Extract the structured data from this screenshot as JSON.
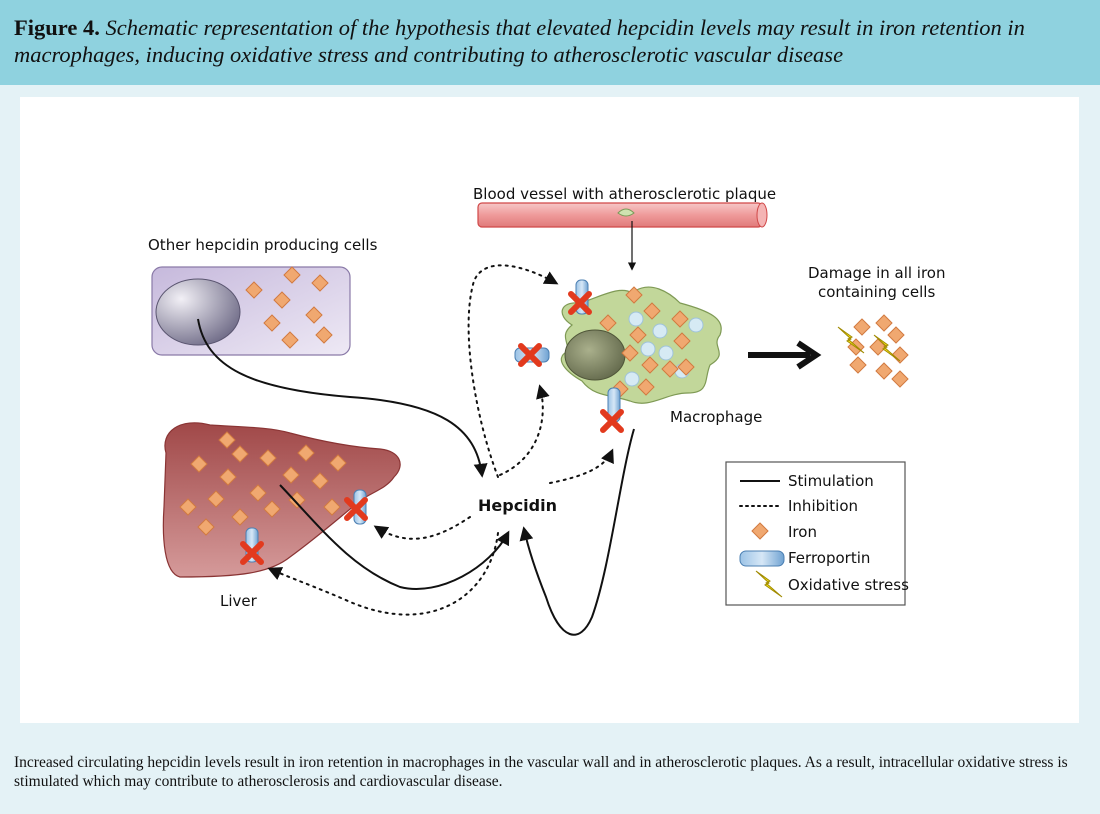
{
  "header": {
    "figure_label": "Figure 4.",
    "title": "Schematic representation of the hypothesis that elevated hepcidin levels may result in iron retention in macrophages, inducing oxidative stress and contributing to atherosclerotic vascular disease"
  },
  "diagram": {
    "blood_vessel_label": "Blood vessel with atherosclerotic plaque",
    "other_cells_label": "Other hepcidin producing cells",
    "damage_label_line1": "Damage in all iron",
    "damage_label_line2": "containing cells",
    "macrophage_label": "Macrophage",
    "hepcidin_label": "Hepcidin",
    "liver_label": "Liver"
  },
  "legend": {
    "items": [
      {
        "symbol": "solid-line",
        "label": "Stimulation"
      },
      {
        "symbol": "dotted-line",
        "label": "Inhibition"
      },
      {
        "symbol": "iron-diamond",
        "label": "Iron"
      },
      {
        "symbol": "ferroportin-cylinder",
        "label": "Ferroportin"
      },
      {
        "symbol": "lightning-bolt",
        "label": "Oxidative stress"
      }
    ]
  },
  "colors": {
    "header_bg": "#8fd2df",
    "panel_bg": "#e4f2f6",
    "iron": "#f0a870",
    "ferroportin": "#7fb0dc",
    "liver": "#b85a5a",
    "macrophage": "#c2d79a",
    "block_cross": "#e23a1e",
    "oxidative_stress": "#f2e21a"
  },
  "caption": {
    "text": "Increased circulating hepcidin levels result in iron retention in macrophages in the vascular wall and in atherosclerotic plaques. As a result, intracellular oxidative stress is stimulated which may contribute to atherosclerosis and cardiovascular disease."
  }
}
